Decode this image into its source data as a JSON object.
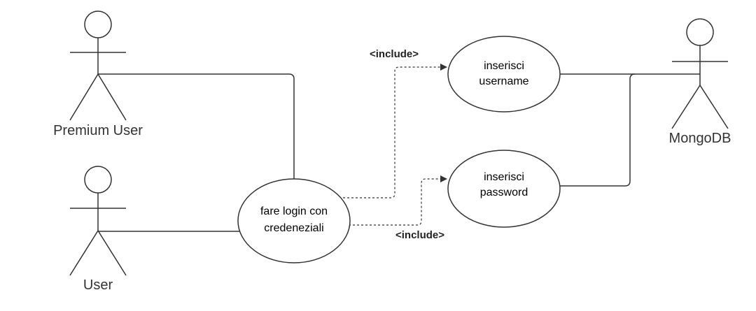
{
  "actors": {
    "premium_user": "Premium User",
    "user": "User",
    "mongodb": "MongoDB"
  },
  "use_cases": {
    "login": {
      "line1": "fare login con",
      "line2": "credeneziali"
    },
    "username": {
      "line1": "inserisci",
      "line2": "username"
    },
    "password": {
      "line1": "inserisci",
      "line2": "password"
    }
  },
  "relations": {
    "include_username": "<include>",
    "include_password": "<include>"
  },
  "colors": {
    "line": "#333333",
    "background": "#ffffff"
  }
}
